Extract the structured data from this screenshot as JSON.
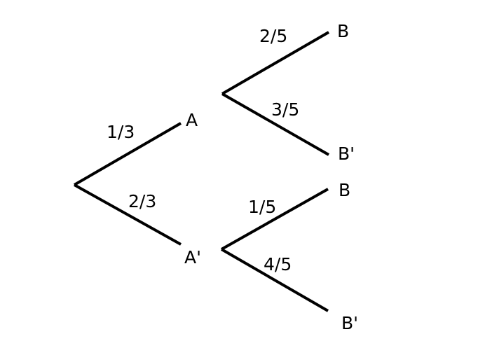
{
  "tree": {
    "stage1": {
      "upper": {
        "probability": "1/3",
        "outcome": "A"
      },
      "lower": {
        "probability": "2/3",
        "outcome": "A'"
      }
    },
    "stage2_from_A": {
      "upper": {
        "probability": "2/5",
        "outcome": "B"
      },
      "lower": {
        "probability": "3/5",
        "outcome": "B'"
      }
    },
    "stage2_from_A_prime": {
      "upper": {
        "probability": "1/5",
        "outcome": "B"
      },
      "lower": {
        "probability": "4/5",
        "outcome": "B'"
      }
    }
  }
}
